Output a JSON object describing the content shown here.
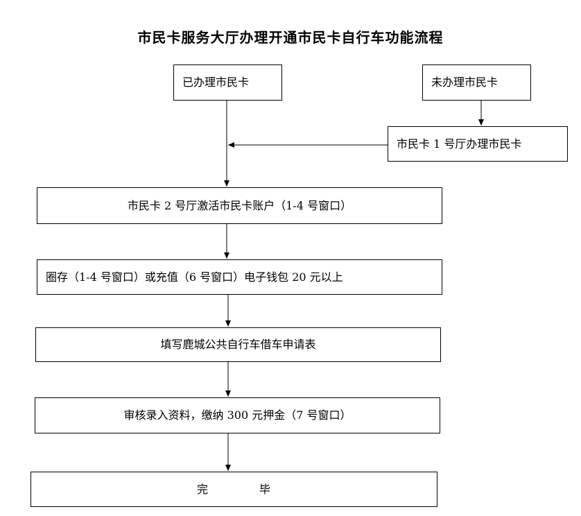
{
  "title": "市民卡服务大厅办理开通市民卡自行车功能流程",
  "boxes": {
    "has_card": "已办理市民卡",
    "no_card": "未办理市民卡",
    "hall1": "市民卡 1 号厅办理市民卡",
    "activate": "市民卡 2 号厅激活市民卡账户（1-4 号窗口）",
    "deposit": "圈存（1-4 号窗口）或充值（6 号窗口）电子钱包 20 元以上",
    "fill_form": "填写鹿城公共自行车借车申请表",
    "review": "审核录入资料，缴纳 300 元押金（7 号窗口）",
    "done": "完            毕"
  }
}
